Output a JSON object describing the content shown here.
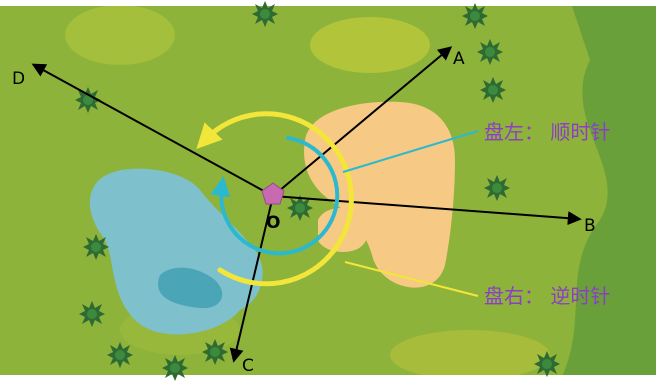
{
  "labels": {
    "point_a": "A",
    "point_b": "B",
    "point_c": "C",
    "point_d": "D",
    "origin": "O"
  },
  "annotations": {
    "left_face": "盘左： 顺时针",
    "right_face": "盘右： 逆时针"
  },
  "colors": {
    "background_green": "#8db33a",
    "dark_green_strip": "#6aa03a",
    "tan_building": "#f6c985",
    "pond": "#7ec1cc",
    "pond_deep": "#4aa6b6",
    "yellow_arc": "#f2e63a",
    "cyan_arc": "#2bb9cf",
    "purple_text": "#8e3ec6",
    "station_marker": "#c86ab2",
    "tree": "#2e6b33"
  },
  "icons": {
    "station": "pentagon-station-icon",
    "tree": "spiky-tree-icon",
    "arrowhead": "arrowhead-icon"
  }
}
